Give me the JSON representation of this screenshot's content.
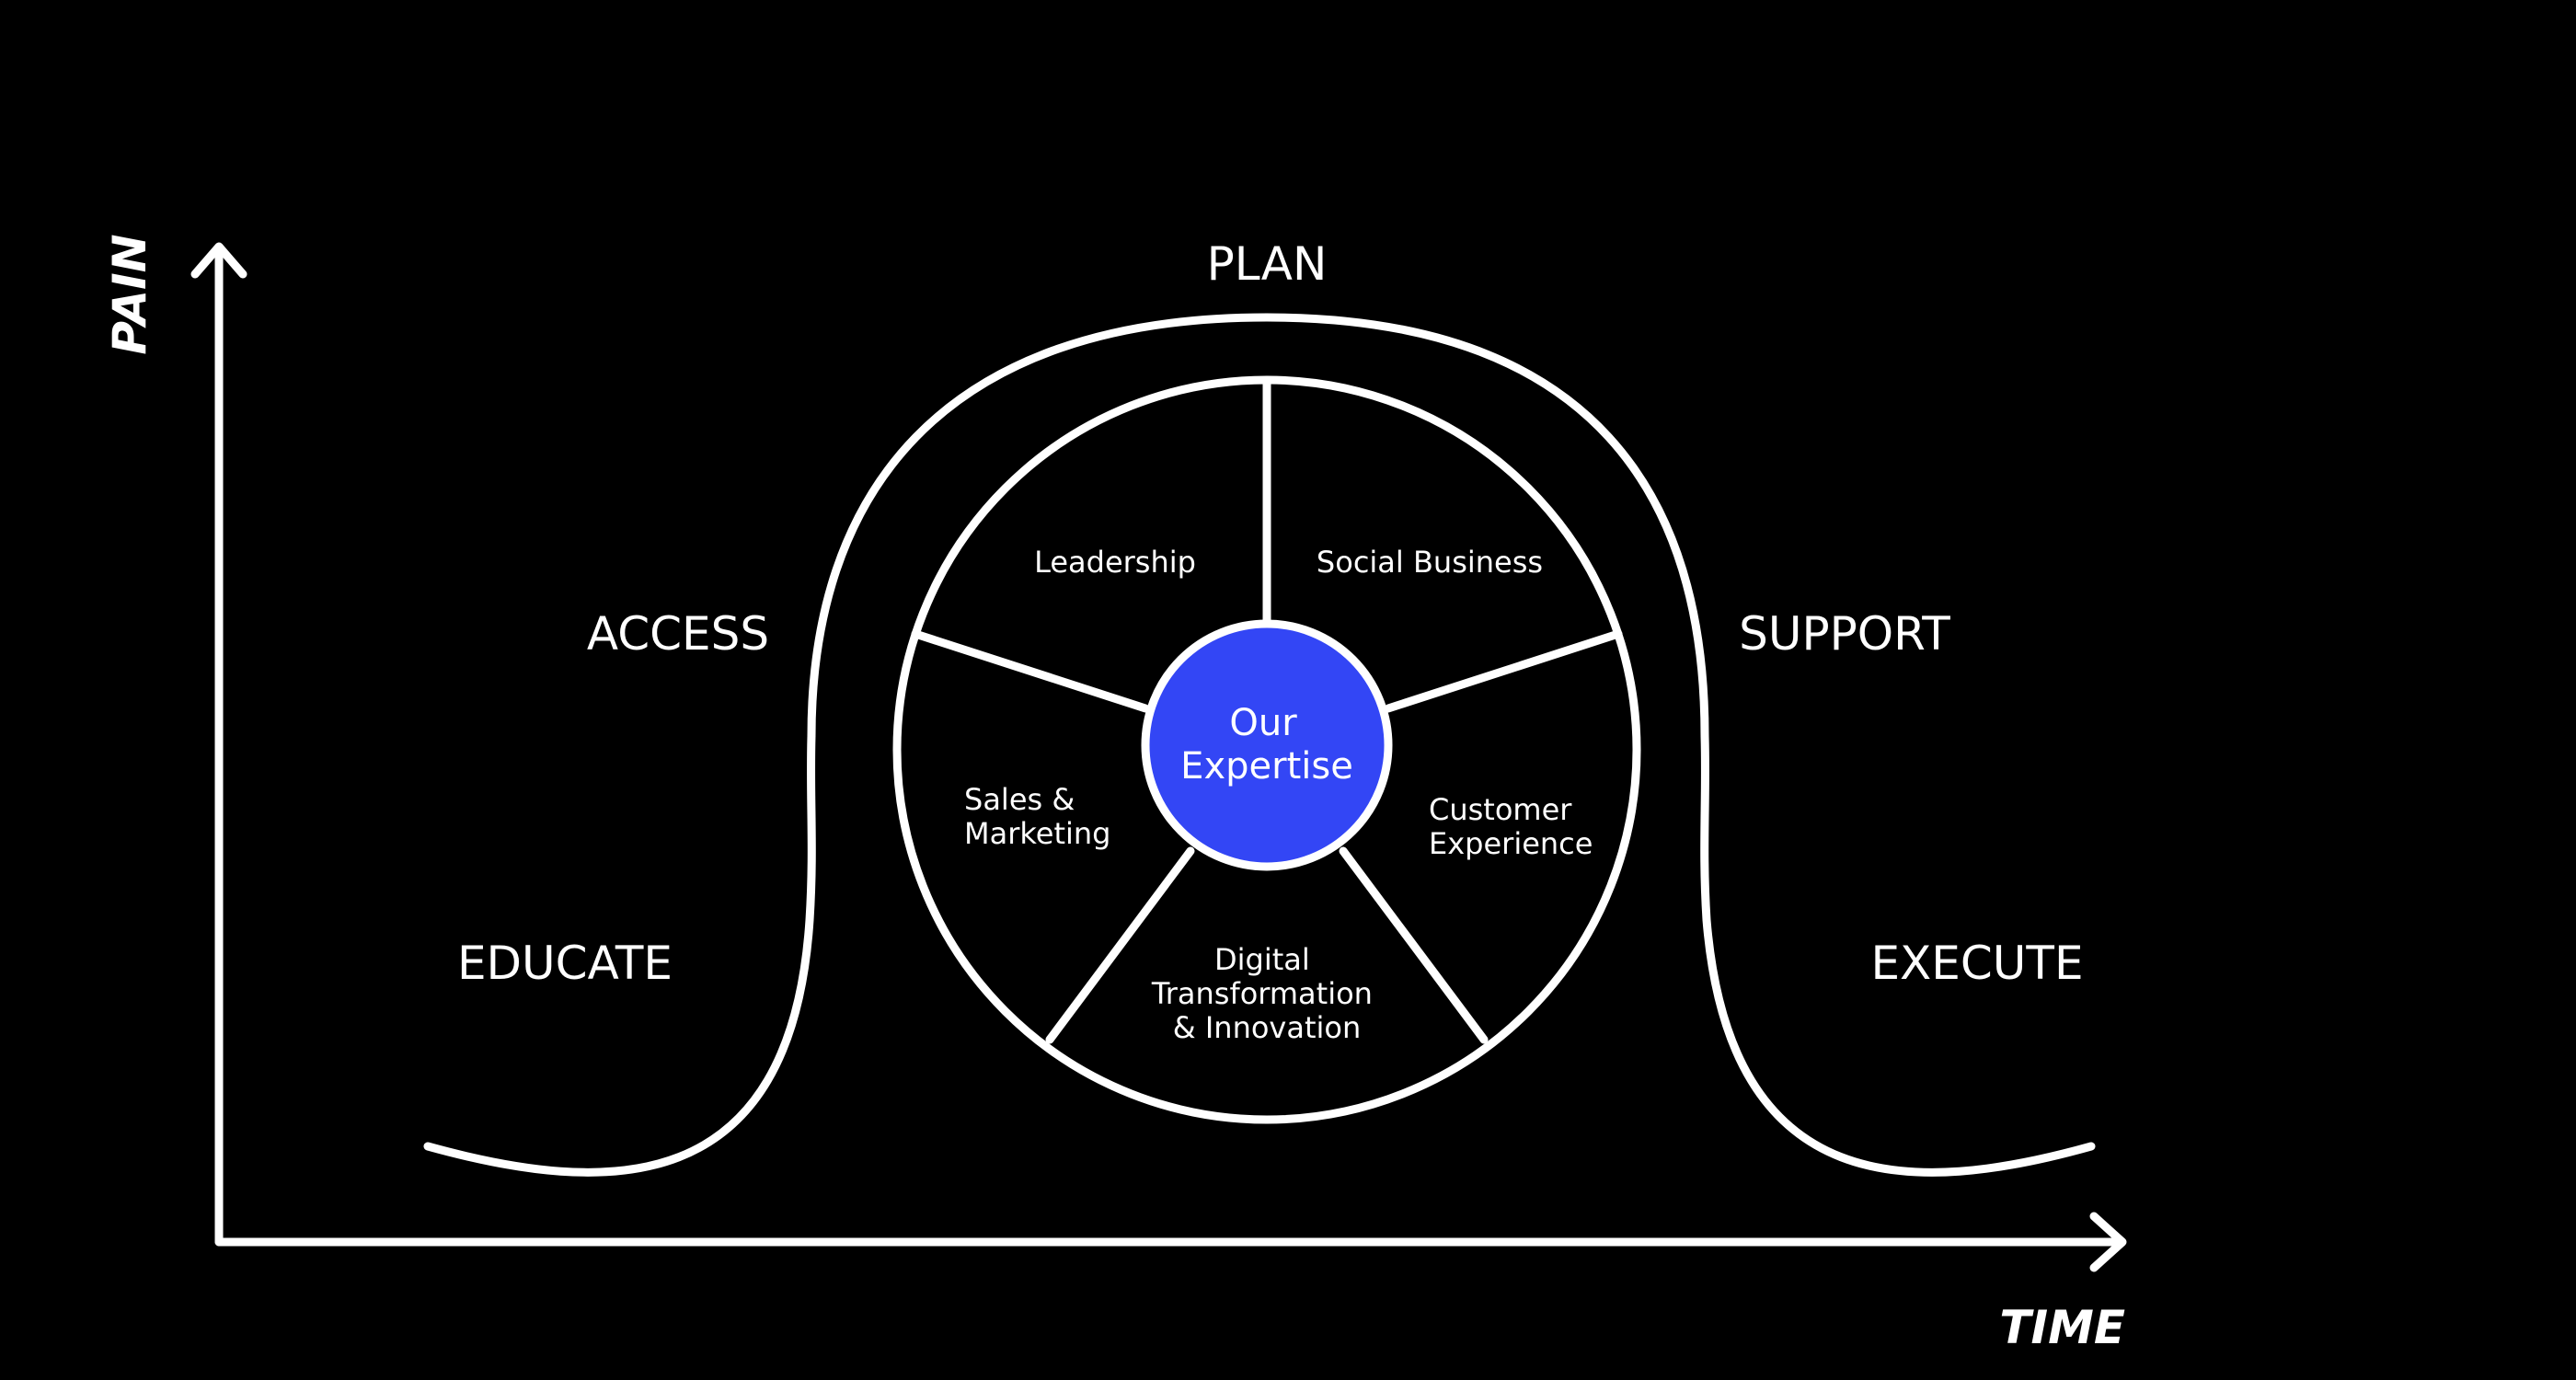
{
  "axes": {
    "y_label": "PAIN",
    "x_label": "TIME"
  },
  "phases": {
    "plan": "PLAN",
    "access": "ACCESS",
    "support": "SUPPORT",
    "educate": "EDUCATE",
    "execute": "EXECUTE"
  },
  "wheel": {
    "center": {
      "line1": "Our",
      "line2": "Expertise",
      "color": "#3346f5"
    },
    "segments": {
      "leadership": "Leadership",
      "social_business": "Social Business",
      "sales_marketing": [
        "Sales &",
        "Marketing"
      ],
      "customer_experience": [
        "Customer",
        "Experience"
      ],
      "digital": [
        "Digital",
        "Transformation",
        "& Innovation"
      ]
    }
  },
  "colors": {
    "background": "#000000",
    "line": "#ffffff"
  }
}
